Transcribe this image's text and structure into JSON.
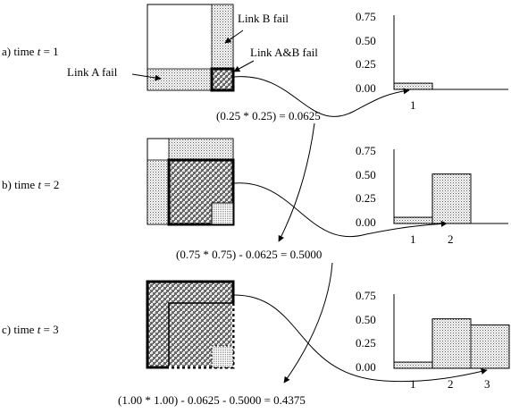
{
  "panels": [
    {
      "label_prefix": "a) time ",
      "label_var": "t",
      "label_eq": " = 1",
      "y_ticks": [
        "0.75",
        "0.50",
        "0.25",
        "0.00"
      ],
      "x_ticks": [
        "1"
      ],
      "bars": [
        0.0625
      ],
      "formula": "(0.25 * 0.25) = 0.0625"
    },
    {
      "label_prefix": "b) time ",
      "label_var": "t",
      "label_eq": " = 2",
      "y_ticks": [
        "0.75",
        "0.50",
        "0.25",
        "0.00"
      ],
      "x_ticks": [
        "1",
        "2"
      ],
      "bars": [
        0.0625,
        0.5
      ],
      "formula": "(0.75 * 0.75) - 0.0625 = 0.5000"
    },
    {
      "label_prefix": "c) time ",
      "label_var": "t",
      "label_eq": " = 3",
      "y_ticks": [
        "0.75",
        "0.50",
        "0.25",
        "0.00"
      ],
      "x_ticks": [
        "1",
        "2",
        "3"
      ],
      "bars": [
        0.0625,
        0.5,
        0.4375
      ],
      "formula": "(1.00 * 1.00) - 0.0625 - 0.5000 = 0.4375"
    }
  ],
  "callouts": {
    "link_b": "Link B fail",
    "link_ab": "Link A&B fail",
    "link_a": "Link A fail"
  }
}
